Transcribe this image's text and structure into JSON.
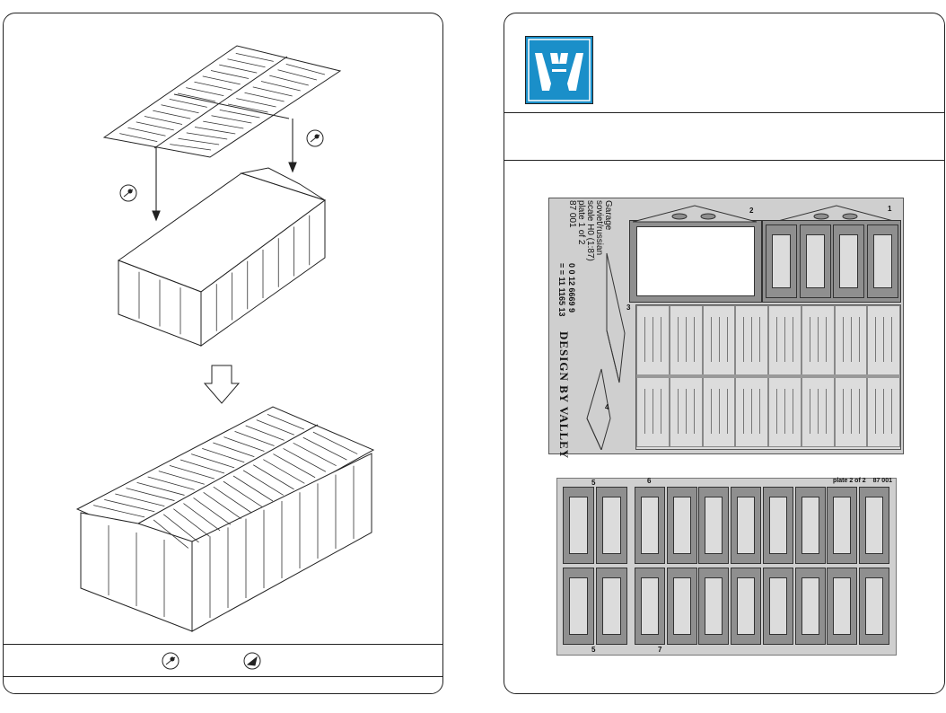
{
  "left": {
    "icons": [
      "glue-icon",
      "paint-icon"
    ]
  },
  "right": {
    "logo_text": "V-M",
    "fret1": {
      "title_lines": [
        "Garage",
        "soviet/russian",
        "scale H0 (1:87)",
        "plate 1 of 2",
        "87 001"
      ],
      "codes": [
        "0 0  12 6669 9",
        "= = 11 1165  13"
      ],
      "brand": "DESIGN BY VALLEY",
      "part_numbers": [
        "1",
        "2",
        "3",
        "4"
      ]
    },
    "fret2": {
      "part_numbers": [
        "5",
        "6",
        "5",
        "7"
      ],
      "plate_label": "plate 2 of 2",
      "code": "87 001"
    }
  },
  "colors": {
    "logo_bg": "#1a8fc9",
    "fret_bg": "#cfcfcf",
    "door_dark": "#8f8f8f",
    "door_light": "#dcdcdc"
  }
}
